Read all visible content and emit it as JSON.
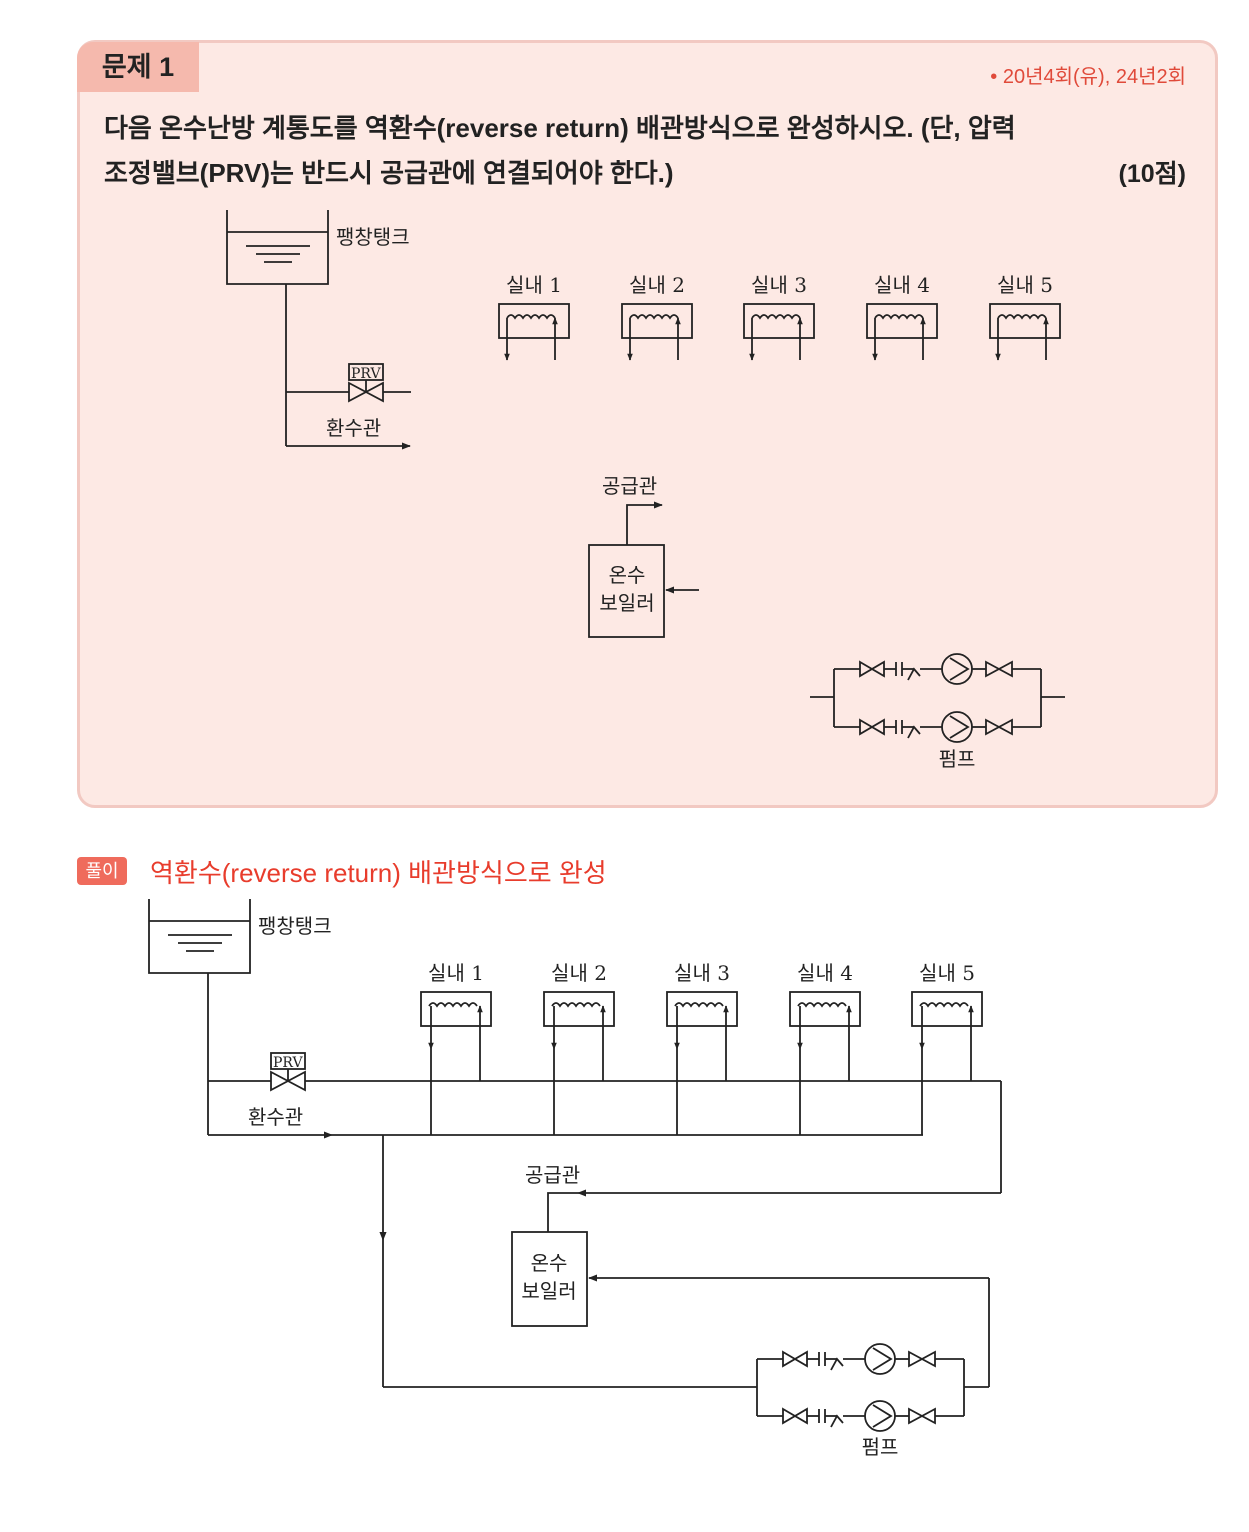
{
  "problem": {
    "tag": "문제 1",
    "meta": "• 20년4회(유), 24년2회",
    "question_line1": "다음 온수난방 계통도를 역환수(reverse return) 배관방식으로 완성하시오. (단, 압력",
    "question_line2": "조정밸브(PRV)는 반드시 공급관에 연결되어야 한다.)",
    "points": "(10점)"
  },
  "solution": {
    "badge": "풀이",
    "title": "역환수(reverse return) 배관방식으로 완성"
  },
  "labels": {
    "tank": "팽창탱크",
    "prv": "PRV",
    "return_pipe": "환수관",
    "supply_pipe": "공급관",
    "boiler_line1": "온수",
    "boiler_line2": "보일러",
    "pump": "펌프",
    "rooms": [
      "실내 1",
      "실내 2",
      "실내 3",
      "실내 4",
      "실내 5"
    ]
  }
}
